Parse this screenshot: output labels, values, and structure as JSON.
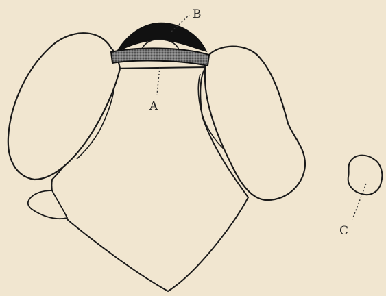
{
  "figure": {
    "paper_color": "#f1e6d0",
    "ink_color": "#1a1a1a",
    "labels": {
      "a": "A",
      "b": "B",
      "c": "C"
    }
  }
}
